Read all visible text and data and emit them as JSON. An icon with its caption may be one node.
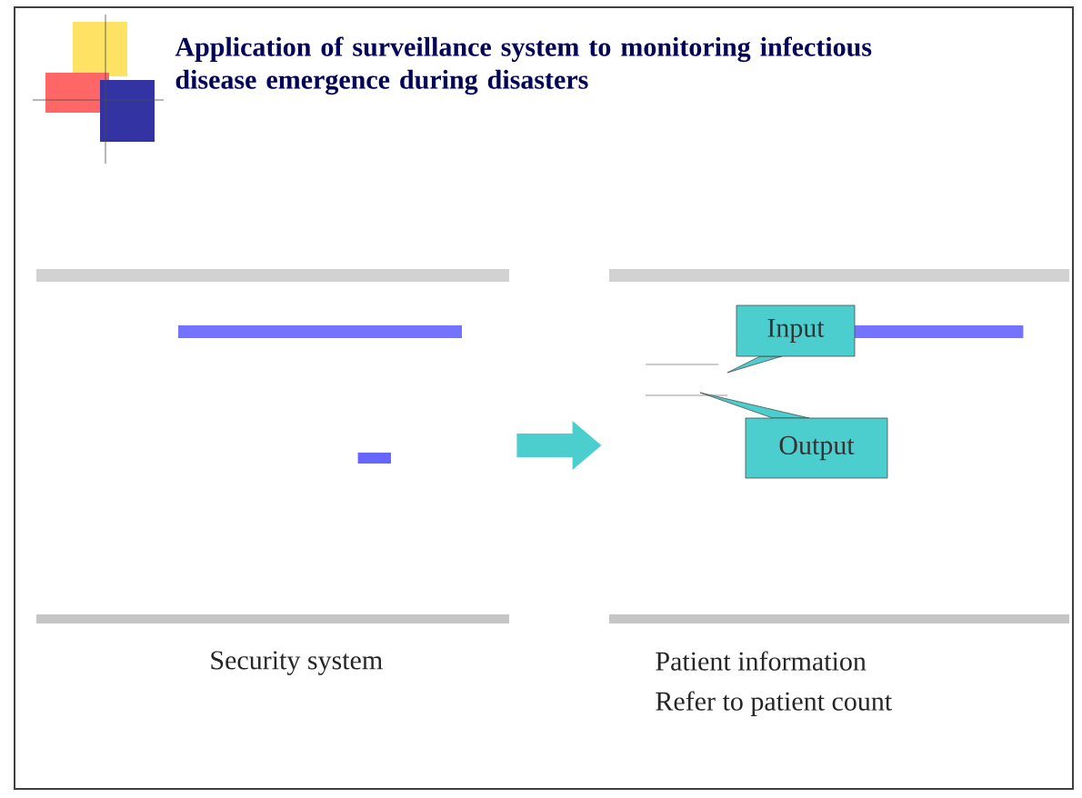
{
  "diagram": {
    "title": "Application of surveillance system to monitoring infectious disease emergence during disasters",
    "nodes": [
      {
        "text": [],
        "shape": "picture",
        "beside": [
          "Security system"
        ]
      },
      {
        "text": [],
        "shape": "picture",
        "beside": [
          "Patient information",
          "Refer to patient count"
        ]
      },
      {
        "text": [
          "Input"
        ],
        "in": 1
      },
      {
        "text": [
          "Output"
        ],
        "in": 1
      }
    ],
    "edges": [
      {
        "from": 0,
        "to": 1,
        "arrow": "to"
      }
    ]
  }
}
